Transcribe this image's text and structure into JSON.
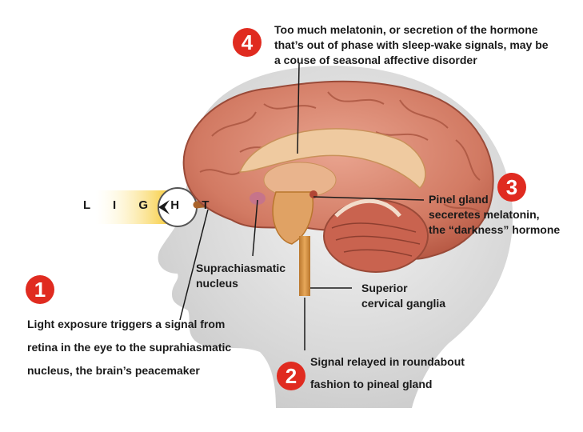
{
  "light_label": "L I G H T",
  "callouts": {
    "step1": {
      "number": "1",
      "lines": [
        "Light exposure triggers a signal from",
        "retina in the eye to the suprahiasmatic",
        "nucleus, the brain’s peacemaker"
      ]
    },
    "step2": {
      "number": "2",
      "lines": [
        "Signal relayed in roundabout",
        "fashion to pineal gland"
      ]
    },
    "step3": {
      "number": "3",
      "lines": [
        "Pinel gland",
        "seceretes melatonin,",
        "the “darkness” hormone"
      ]
    },
    "step4": {
      "number": "4",
      "lines": [
        "Too much melatonin, or secretion of the hormone",
        "that’s out of phase with sleep-wake signals, may be",
        "a couse of seasonal affective disorder"
      ]
    }
  },
  "labels": {
    "scn": [
      "Suprachiasmatic",
      "nucleus"
    ],
    "scg": [
      "Superior",
      "cervical ganglia"
    ]
  },
  "colors": {
    "badge": "#e02b20",
    "head": "#d9d9d9",
    "brain": "#d98772",
    "stem": "#c98a3e"
  }
}
